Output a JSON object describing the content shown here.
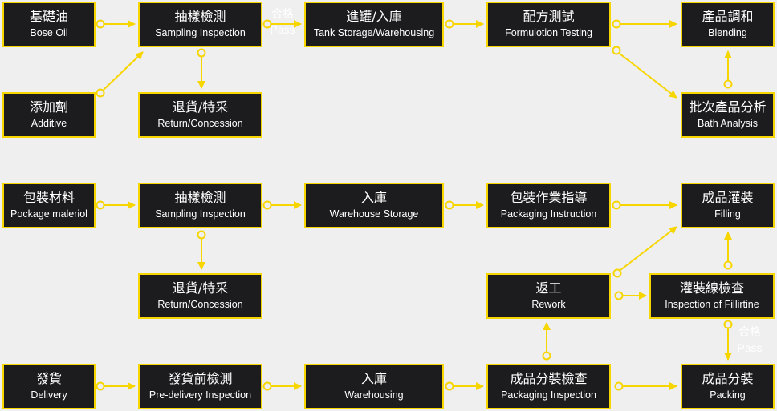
{
  "colors": {
    "accent": "#f7d600",
    "box": "#1c1c1e",
    "background": "#efefef"
  },
  "pass_label": {
    "zh": "合格",
    "en": "Pass"
  },
  "nodes": {
    "base_oil": {
      "zh": "基礎油",
      "en": "Bose  Oil"
    },
    "additive": {
      "zh": "添加劑",
      "en": "Additive"
    },
    "sampling1": {
      "zh": "抽樣檢測",
      "en": "Sampling Inspection"
    },
    "return1": {
      "zh": "退貨/特采",
      "en": "Return/Concession"
    },
    "tank": {
      "zh": "進罐/入庫",
      "en": "Tank Storage/Warehousing"
    },
    "formulation": {
      "zh": "配方測試",
      "en": "Formulotion Testing"
    },
    "blending": {
      "zh": "產品調和",
      "en": "Blending"
    },
    "batch": {
      "zh": "批次產品分析",
      "en": "Bath Analysis"
    },
    "package_material": {
      "zh": "包裝材料",
      "en": "Pockage maleriol"
    },
    "sampling2": {
      "zh": "抽樣檢測",
      "en": "Sampling Inspection"
    },
    "warehouse_storage": {
      "zh": "入庫",
      "en": "Warehouse Storage"
    },
    "packaging_instruction": {
      "zh": "包裝作業指導",
      "en": "Packaging Instruction"
    },
    "filling": {
      "zh": "成品灌裝",
      "en": "Filling"
    },
    "return2": {
      "zh": "退貨/特采",
      "en": "Return/Concession"
    },
    "rework": {
      "zh": "返工",
      "en": "Rework"
    },
    "line_inspection": {
      "zh": "灌裝線檢查",
      "en": "Inspection of Fillirtine"
    },
    "delivery": {
      "zh": "發貨",
      "en": "Delivery"
    },
    "predelivery": {
      "zh": "發貨前檢測",
      "en": "Pre-delivery Inspection"
    },
    "warehousing": {
      "zh": "入庫",
      "en": "Warehousing"
    },
    "packaging_inspection": {
      "zh": "成品分裝檢查",
      "en": "Packaging Inspection"
    },
    "packing": {
      "zh": "成品分裝",
      "en": "Packing"
    }
  }
}
